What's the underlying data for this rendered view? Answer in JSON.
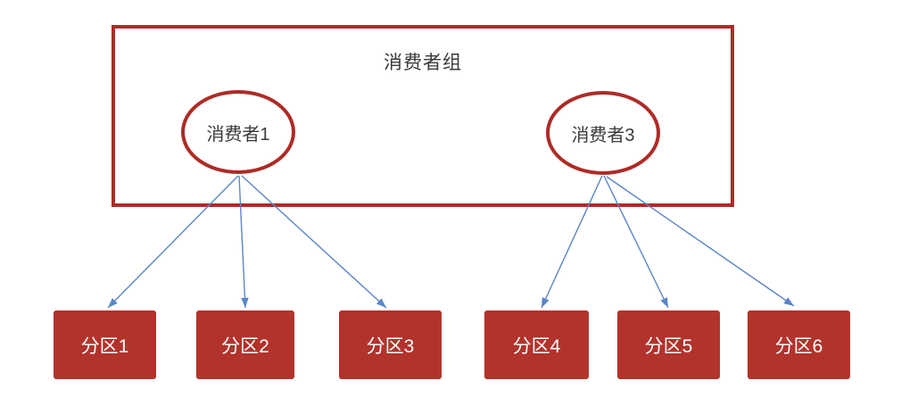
{
  "group": {
    "title": "消费者组"
  },
  "consumers": [
    {
      "id": "consumer-1",
      "label": "消费者1"
    },
    {
      "id": "consumer-3",
      "label": "消费者3"
    }
  ],
  "partitions": [
    {
      "id": "partition-1",
      "label": "分区1"
    },
    {
      "id": "partition-2",
      "label": "分区2"
    },
    {
      "id": "partition-3",
      "label": "分区3"
    },
    {
      "id": "partition-4",
      "label": "分区4"
    },
    {
      "id": "partition-5",
      "label": "分区5"
    },
    {
      "id": "partition-6",
      "label": "分区6"
    }
  ],
  "edges": [
    {
      "from": "consumer-1",
      "to": "partition-1"
    },
    {
      "from": "consumer-1",
      "to": "partition-2"
    },
    {
      "from": "consumer-1",
      "to": "partition-3"
    },
    {
      "from": "consumer-3",
      "to": "partition-4"
    },
    {
      "from": "consumer-3",
      "to": "partition-5"
    },
    {
      "from": "consumer-3",
      "to": "partition-6"
    }
  ],
  "colors": {
    "shape_red": "#AE2B26",
    "box_fill": "#B2332C",
    "box_text": "#FFFFFF",
    "title_text": "#3A3A3A",
    "arrow_blue": "#5B85C8"
  }
}
